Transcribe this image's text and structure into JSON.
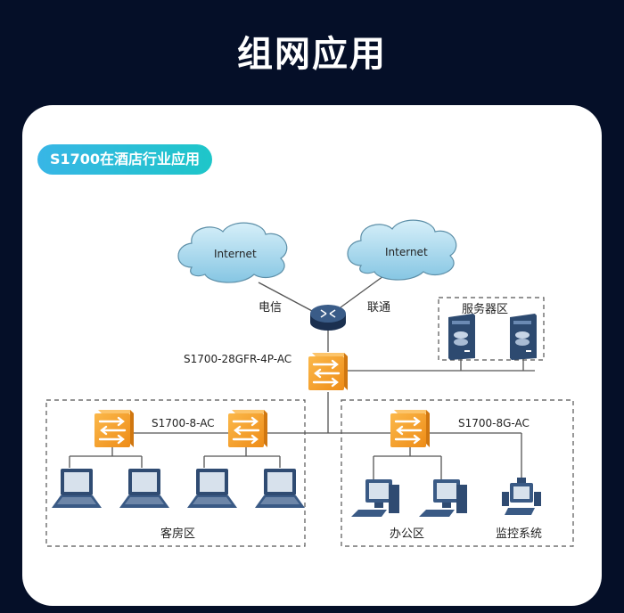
{
  "page": {
    "title": "组网应用"
  },
  "section": {
    "badge": "S1700在酒店行业应用"
  },
  "diagram": {
    "clouds": [
      {
        "label": "Internet"
      },
      {
        "label": "Internet"
      }
    ],
    "isp_links": [
      {
        "label": "电信"
      },
      {
        "label": "联通"
      }
    ],
    "core_switch": {
      "model": "S1700-28GFR-4P-AC"
    },
    "server_zone": {
      "label": "服务器区",
      "server_count": 2
    },
    "guest_zone": {
      "label": "客房区",
      "switch_model": "S1700-8-AC",
      "switch_count": 2,
      "laptop_count": 4
    },
    "office_zone": {
      "label": "办公区",
      "switch_model": "S1700-8G-AC",
      "desktop_count": 2
    },
    "surveillance": {
      "label": "监控系统"
    },
    "colors": {
      "background": "#050f28",
      "switch_orange": "#f5a02a",
      "router_blue": "#2d4a70",
      "cloud_blue": "#a9d8ee",
      "badge_start": "#38b6e6",
      "badge_end": "#1ec6c9"
    }
  }
}
